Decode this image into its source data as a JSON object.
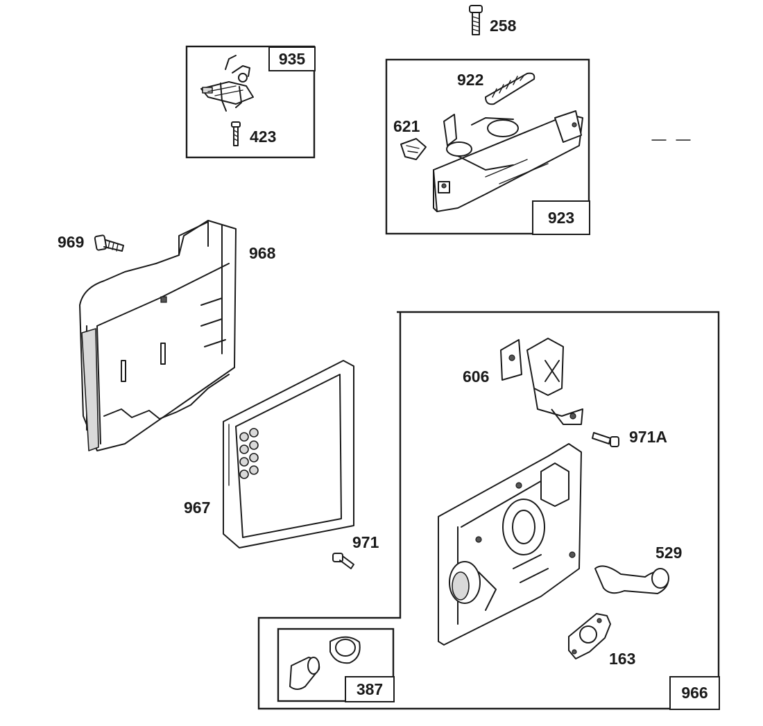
{
  "diagram": {
    "part_numbers": {
      "p258": "258",
      "p935": "935",
      "p423": "423",
      "p922": "922",
      "p621": "621",
      "p923": "923",
      "p969": "969",
      "p968": "968",
      "p967": "967",
      "p971": "971",
      "p606": "606",
      "p971a": "971A",
      "p529": "529",
      "p163": "163",
      "p387": "387",
      "p966": "966"
    }
  }
}
